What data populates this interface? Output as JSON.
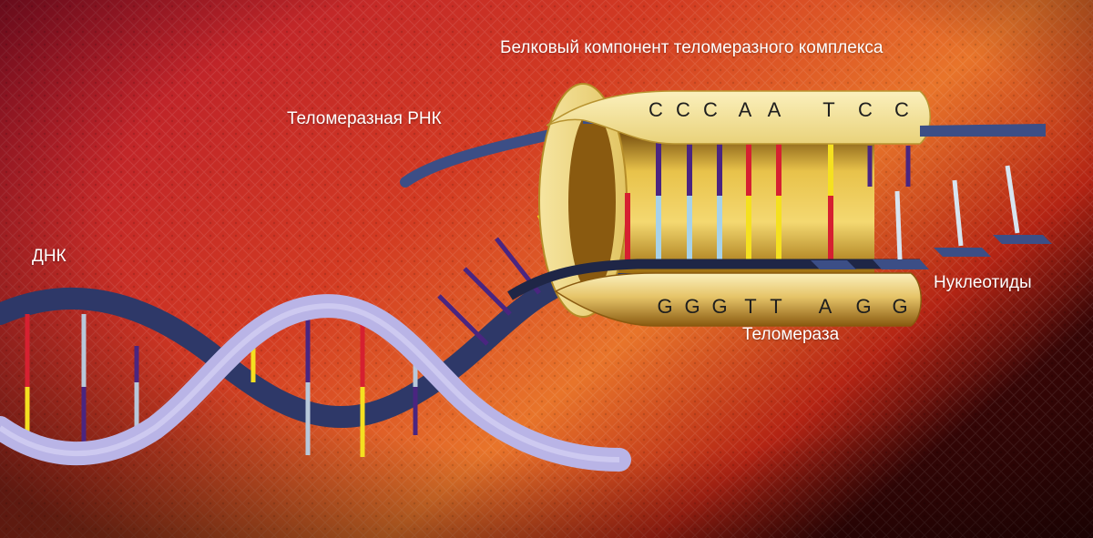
{
  "labels": {
    "protein": "Белковый компонент теломеразного комплекса",
    "rna": "Теломеразная РНК",
    "dna": "ДНК",
    "nucleotides": "Нуклеотиды",
    "telomerase": "Теломераза"
  },
  "template_sequence": [
    "C",
    "C",
    "C",
    "A",
    "A",
    "T",
    "C",
    "C"
  ],
  "synthesized_sequence": [
    "G",
    "G",
    "G",
    "T",
    "T",
    "A",
    "G",
    "G"
  ],
  "colors": {
    "background_light": "#e8742a",
    "background_dark": "#b0142a",
    "cylinder_outer": "#f3e39d",
    "cylinder_inner": "#c08a18",
    "backbone_front": "#b9b4e6",
    "backbone_back": "#303a6a",
    "base_red": "#d62030",
    "base_yellow": "#f5e020",
    "base_purple": "#4a2580",
    "base_lightblue": "#a8d2e8"
  }
}
